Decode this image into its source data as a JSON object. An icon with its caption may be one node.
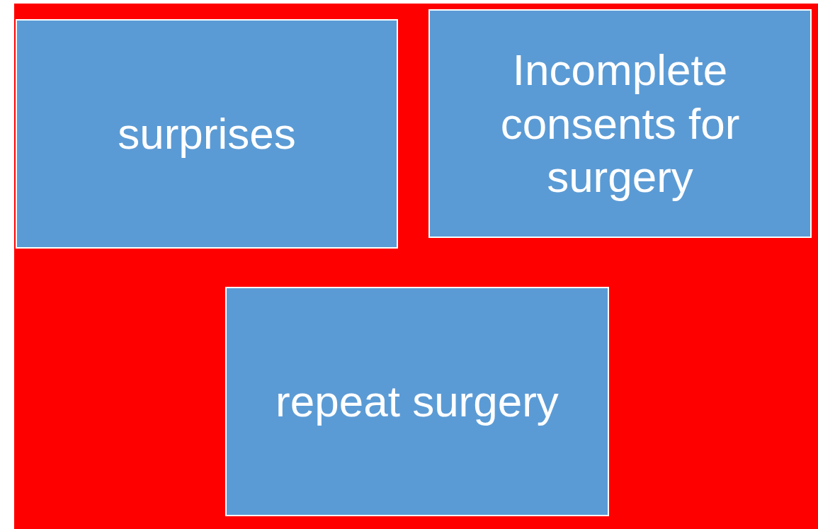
{
  "diagram": {
    "nodes": [
      {
        "text": [
          "surprises"
        ]
      },
      {
        "text": [
          "Incomplete consents for surgery"
        ]
      },
      {
        "text": [
          "repeat surgery"
        ]
      }
    ]
  }
}
